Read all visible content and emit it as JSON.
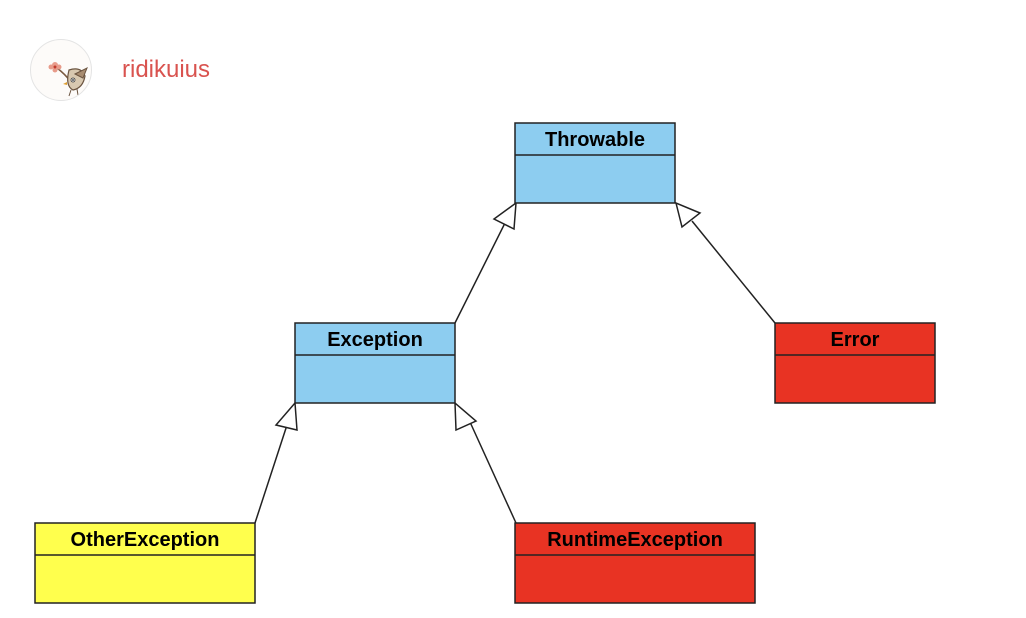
{
  "author": {
    "name": "ridikuius",
    "avatar_icon": "bird-with-flower-icon"
  },
  "diagram": {
    "type": "uml-class-inheritance",
    "classes": [
      {
        "id": "throwable",
        "name": "Throwable",
        "color": "#8dcdf0"
      },
      {
        "id": "exception",
        "name": "Exception",
        "color": "#8dcdf0"
      },
      {
        "id": "error",
        "name": "Error",
        "color": "#e83323"
      },
      {
        "id": "other_exception",
        "name": "OtherException",
        "color": "#ffff4d"
      },
      {
        "id": "runtime_exception",
        "name": "RuntimeException",
        "color": "#e83323"
      }
    ],
    "relations": [
      {
        "from": "Exception",
        "to": "Throwable",
        "kind": "generalization"
      },
      {
        "from": "Error",
        "to": "Throwable",
        "kind": "generalization"
      },
      {
        "from": "OtherException",
        "to": "Exception",
        "kind": "generalization"
      },
      {
        "from": "RuntimeException",
        "to": "Exception",
        "kind": "generalization"
      }
    ]
  }
}
